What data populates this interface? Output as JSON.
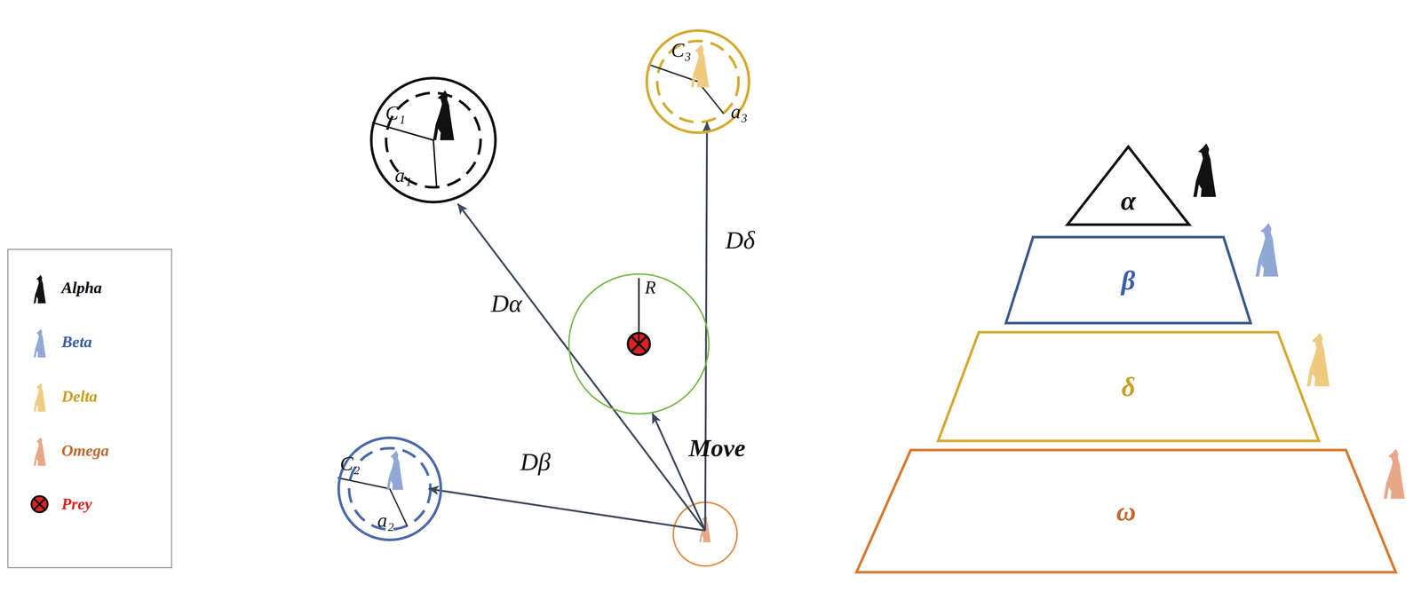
{
  "diagram": {
    "nodes": [
      {
        "text": [
          "C₁",
          "a₁"
        ]
      },
      {
        "text": [
          "C₃",
          "a₃"
        ]
      },
      {
        "text": [
          "R"
        ]
      },
      {
        "text": [
          "C₂",
          "a₂"
        ]
      },
      {
        "text": [
          "α"
        ]
      },
      {
        "text": [
          "β"
        ]
      },
      {
        "text": [
          "δ"
        ]
      },
      {
        "text": [
          "ω"
        ]
      }
    ],
    "labels": [
      "Dα",
      "Dβ",
      "Dδ",
      "Move"
    ],
    "legend": [
      {
        "text": "Alpha"
      },
      {
        "text": "Beta"
      },
      {
        "text": "Delta"
      },
      {
        "text": "Omega"
      },
      {
        "text": "Prey"
      }
    ]
  }
}
